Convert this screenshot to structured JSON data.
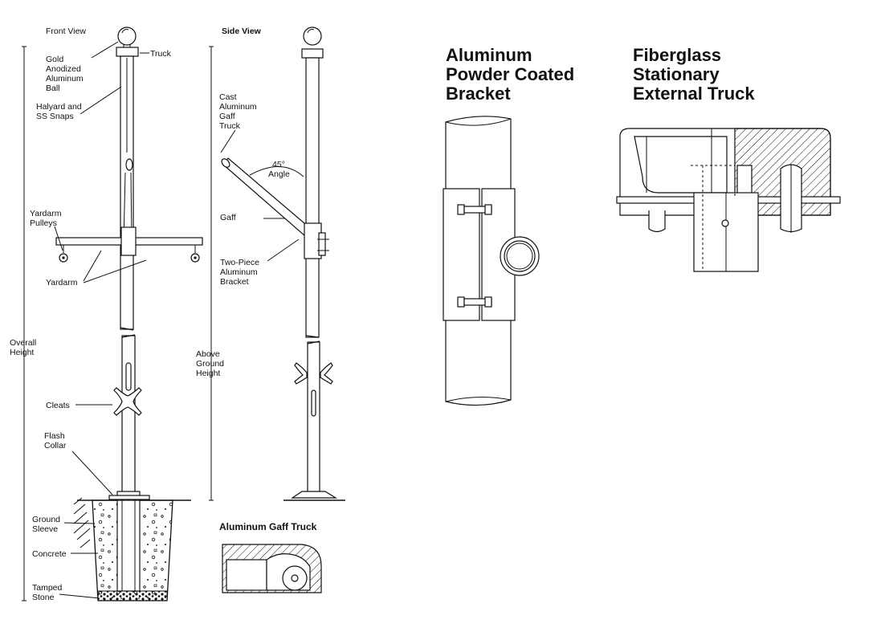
{
  "views": {
    "front": "Front View",
    "side": "Side View",
    "gaff_truck": "Aluminum Gaff Truck"
  },
  "front_labels": {
    "truck": "Truck",
    "ball": [
      "Gold",
      "Anodized",
      "Aluminum",
      "Ball"
    ],
    "halyard": [
      "Halyard and",
      "SS Snaps"
    ],
    "yardarm_pulleys": [
      "Yardarm",
      "Pulleys"
    ],
    "yardarm": "Yardarm",
    "overall_height": [
      "Overall",
      "Height"
    ],
    "cleats": "Cleats",
    "flash_collar": [
      "Flash",
      "Collar"
    ],
    "ground_sleeve": [
      "Ground",
      "Sleeve"
    ],
    "concrete": "Concrete",
    "tamped_stone": [
      "Tamped",
      "Stone"
    ]
  },
  "side_labels": {
    "gaff_truck": [
      "Cast",
      "Aluminum",
      "Gaff",
      "Truck"
    ],
    "angle": [
      "45°",
      "Angle"
    ],
    "gaff": "Gaff",
    "bracket": [
      "Two-Piece",
      "Aluminum",
      "Bracket"
    ],
    "above_ground": [
      "Above",
      "Ground",
      "Height"
    ]
  },
  "bracket_title": [
    "Aluminum",
    "Powder Coated",
    "Bracket"
  ],
  "truck_title": [
    "Fiberglass",
    "Stationary",
    "External Truck"
  ]
}
